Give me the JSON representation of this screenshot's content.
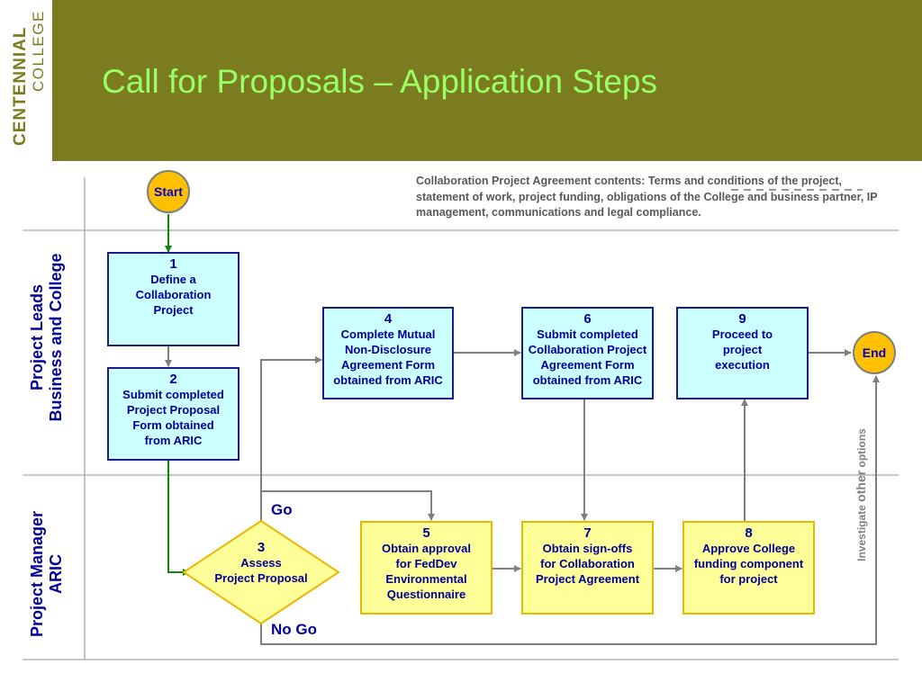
{
  "slide": {
    "title": "Call for Proposals – Application Steps",
    "logo_top": "CENTENNIAL",
    "logo_bottom": "COLLEGE"
  },
  "colors": {
    "header_bg": "#7a7c1f",
    "title": "#99ff66",
    "process_fill": "#ccffff",
    "aric_fill": "#ffff99",
    "circle_fill": "#ffc000",
    "connector_green": "#0a8a0a",
    "connector_gray": "#7f7f7f"
  },
  "lanes": {
    "project_leads": "Project Leads\nBusiness and College",
    "project_manager": "Project Manager\nARIC"
  },
  "start_label": "Start",
  "end_label": "End",
  "note": "Collaboration Project Agreement contents: Terms and conditions of the project, statement of work, project funding, obligations of the College and business partner, IP management, communications and legal compliance.",
  "steps": [
    {
      "number": "1",
      "text": "Define a\nCollaboration\nProject"
    },
    {
      "number": "2",
      "text": "Submit completed\nProject Proposal\nForm obtained\nfrom ARIC"
    },
    {
      "number": "3",
      "text": "Assess\nProject Proposal"
    },
    {
      "number": "4",
      "text": "Complete Mutual\nNon-Disclosure\nAgreement Form\nobtained from ARIC"
    },
    {
      "number": "5",
      "text": "Obtain approval\nfor FedDev\nEnvironmental\nQuestionnaire"
    },
    {
      "number": "6",
      "text": "Submit completed\nCollaboration Project\nAgreement Form\nobtained from ARIC"
    },
    {
      "number": "7",
      "text": "Obtain  sign-offs\nfor Collaboration\nProject Agreement"
    },
    {
      "number": "8",
      "text": "Approve College\nfunding component\nfor project"
    },
    {
      "number": "9",
      "text": "Proceed to\nproject\nexecution"
    }
  ],
  "decision": {
    "go": "Go",
    "no_go": "No Go"
  },
  "investigate": {
    "part1": "Investigate ",
    "part2": "other",
    "part3": " options"
  }
}
